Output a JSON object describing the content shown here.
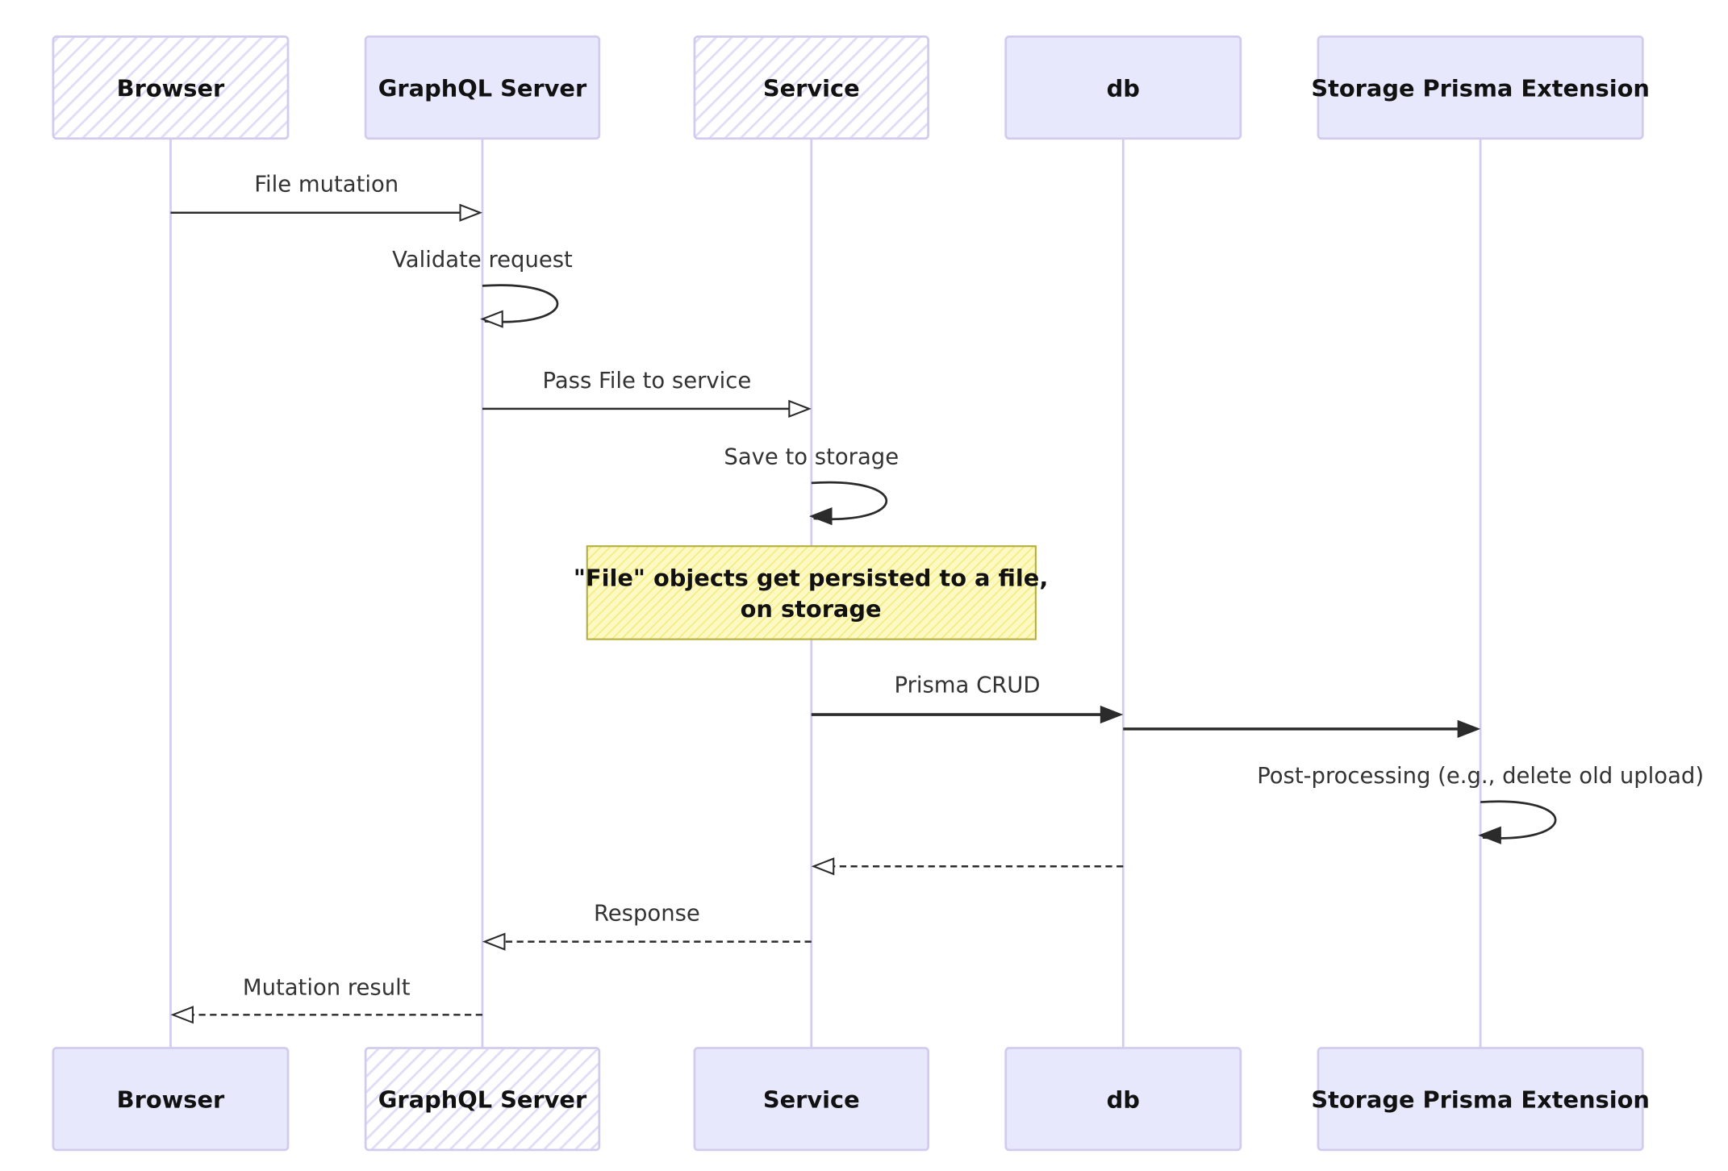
{
  "participants": [
    {
      "id": "browser",
      "label": "Browser"
    },
    {
      "id": "graphql",
      "label": "GraphQL Server"
    },
    {
      "id": "service",
      "label": "Service"
    },
    {
      "id": "db",
      "label": "db"
    },
    {
      "id": "ext",
      "label": "Storage Prisma Extension"
    }
  ],
  "messages": [
    {
      "from": "browser",
      "to": "graphql",
      "label": "File mutation",
      "line": "solid",
      "head": "open"
    },
    {
      "from": "graphql",
      "to": "graphql",
      "label": "Validate request",
      "line": "solid",
      "head": "open"
    },
    {
      "from": "graphql",
      "to": "service",
      "label": "Pass File to service",
      "line": "solid",
      "head": "open"
    },
    {
      "from": "service",
      "to": "service",
      "label": "Save to storage",
      "line": "solid",
      "head": "filled"
    },
    {
      "from": "service",
      "to": "db",
      "label": "Prisma CRUD",
      "line": "solid",
      "head": "filled"
    },
    {
      "from": "db",
      "to": "ext",
      "label": "",
      "line": "solid",
      "head": "filled"
    },
    {
      "from": "ext",
      "to": "ext",
      "label": "Post-processing (e.g., delete old upload)",
      "line": "solid",
      "head": "filled"
    },
    {
      "from": "db",
      "to": "service",
      "label": "",
      "line": "dashed",
      "head": "open"
    },
    {
      "from": "service",
      "to": "graphql",
      "label": "Response",
      "line": "dashed",
      "head": "open"
    },
    {
      "from": "graphql",
      "to": "browser",
      "label": "Mutation result",
      "line": "dashed",
      "head": "open"
    }
  ],
  "note": {
    "over": "service",
    "lines": [
      "\"File\" objects get persisted to a file,",
      "on storage"
    ]
  },
  "colors": {
    "actor_fill": "#e8e8fc",
    "actor_stroke": "#d2cbee",
    "lifeline": "#d4ccf0",
    "note_fill": "#fbf6a8",
    "note_stroke": "#b3ad3c",
    "arrow": "#2b2b2b"
  }
}
